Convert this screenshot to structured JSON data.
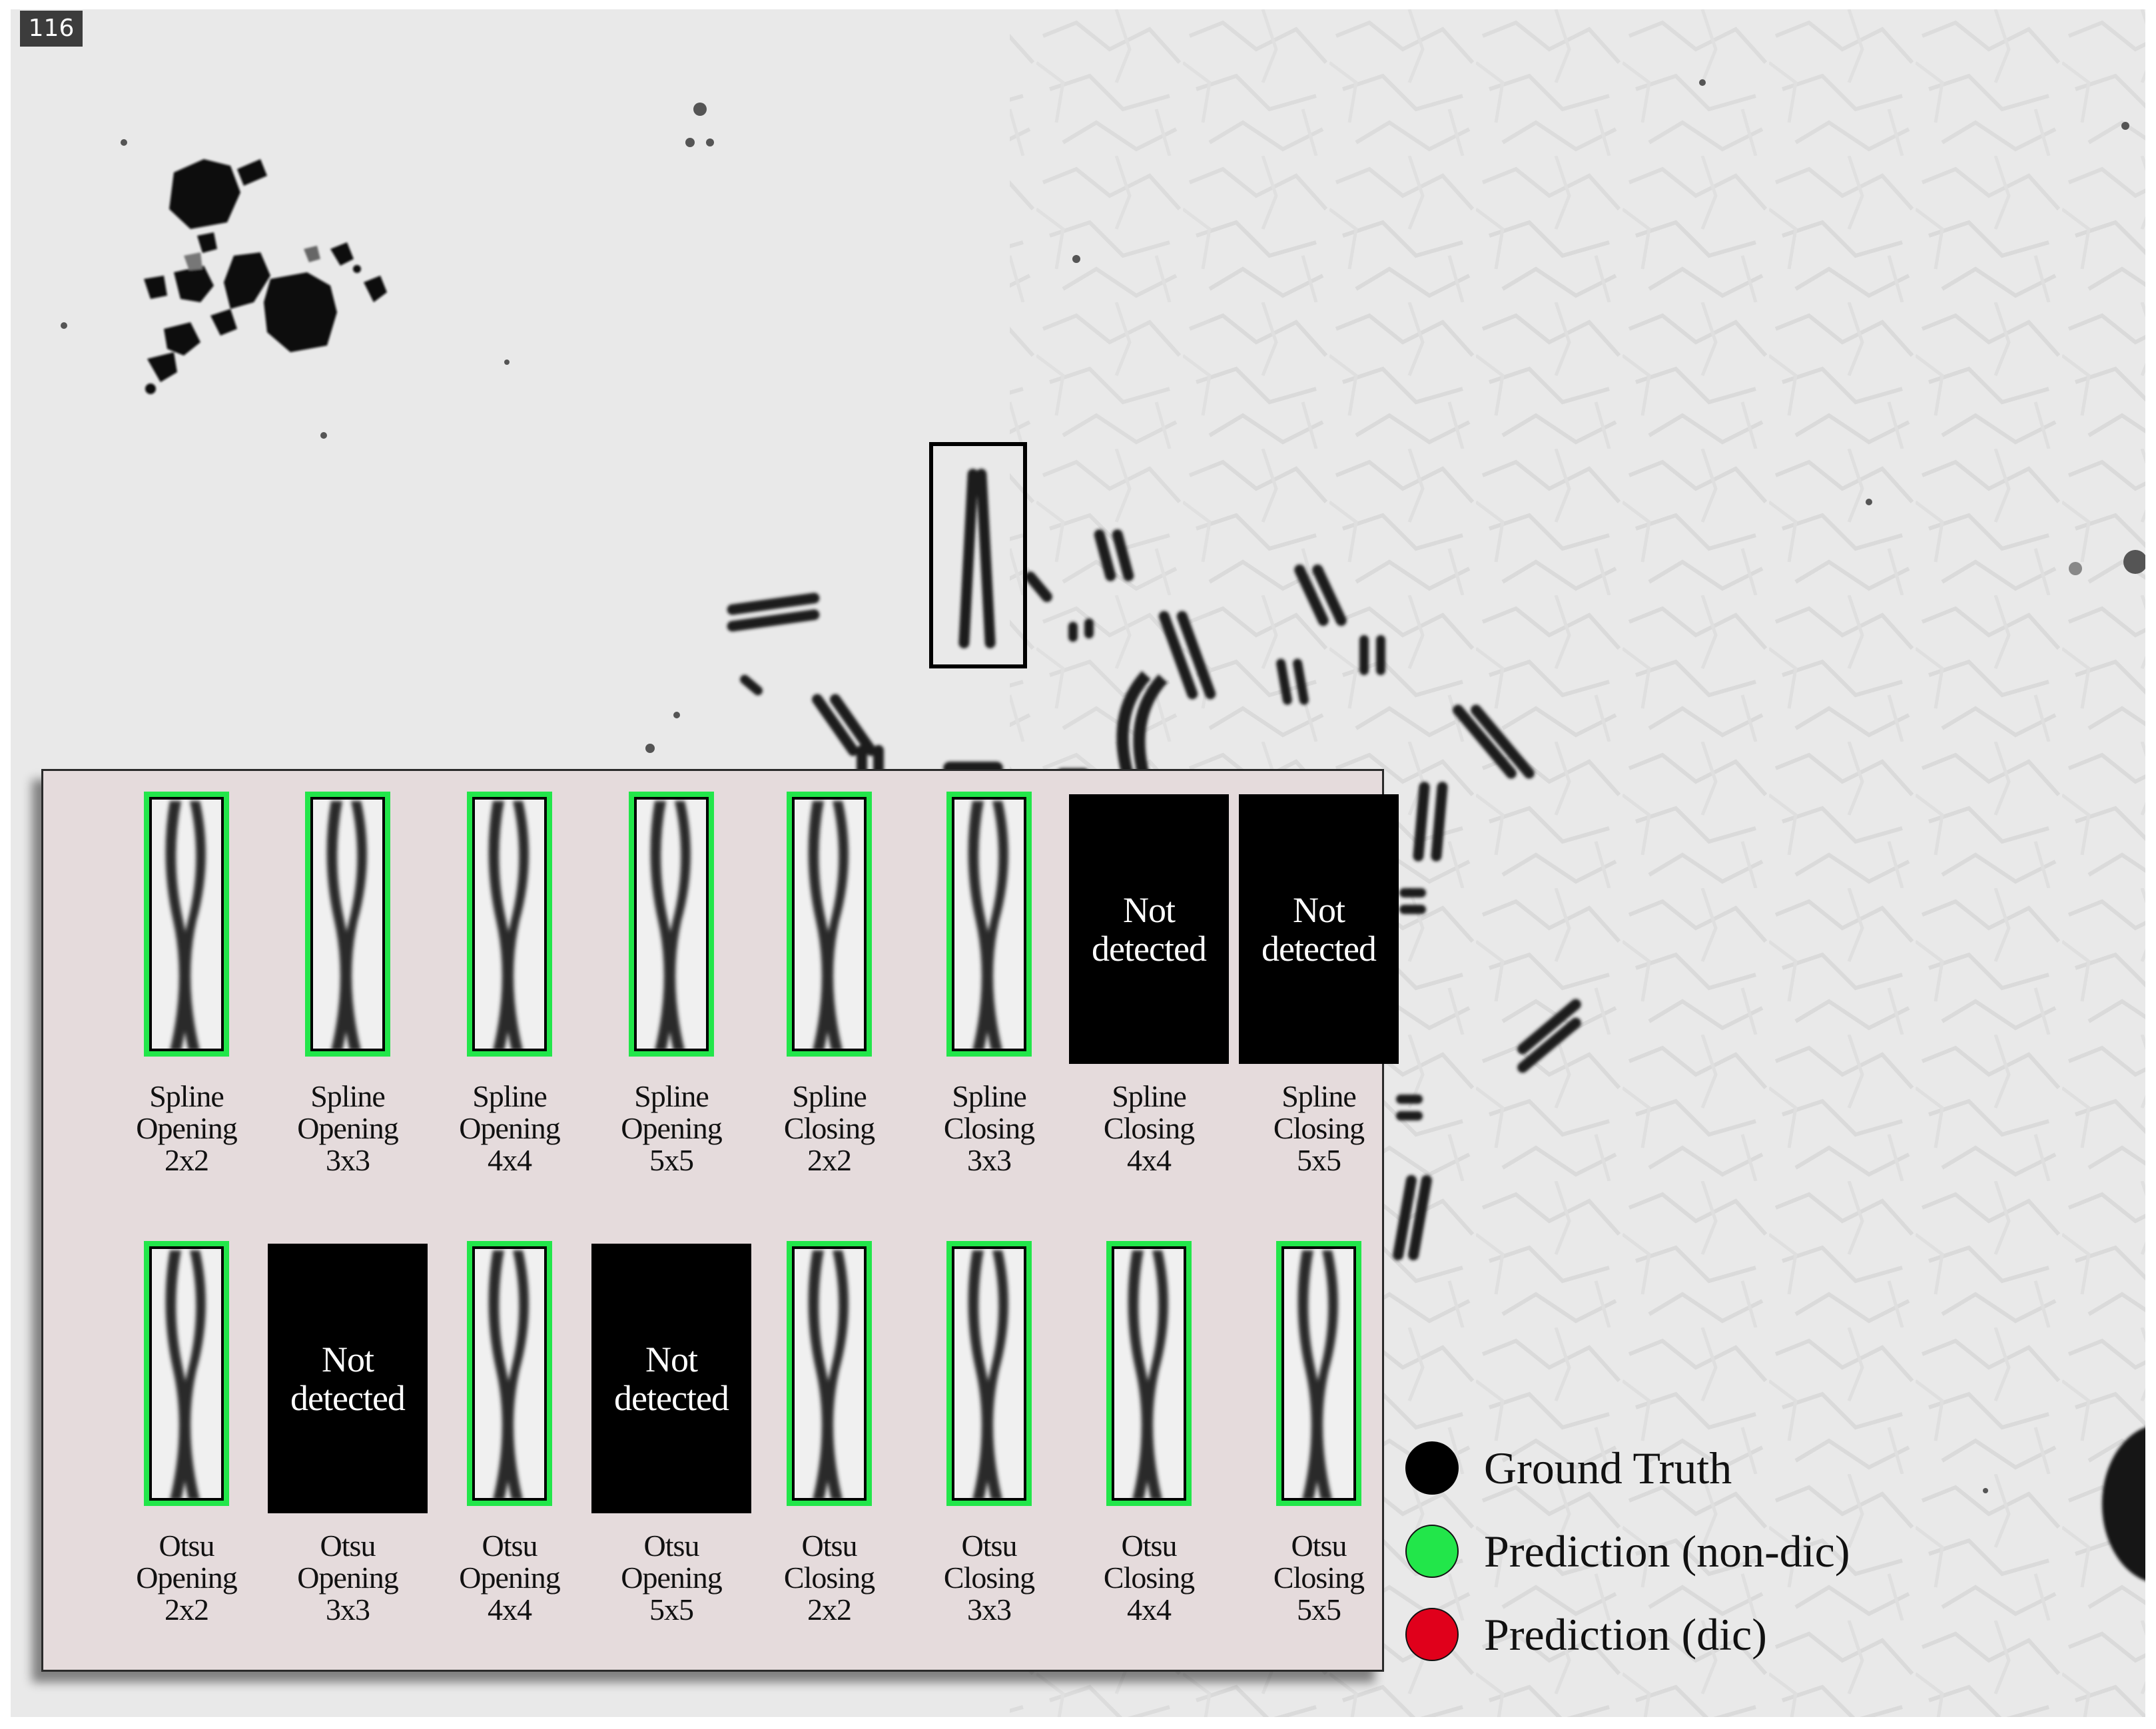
{
  "frame_number": "116",
  "legend": {
    "items": [
      {
        "label": "Ground Truth",
        "color": "#000000"
      },
      {
        "label": "Prediction (non-dic)",
        "color": "#22e64a"
      },
      {
        "label": "Prediction (dic)",
        "color": "#e0001b"
      }
    ]
  },
  "colors": {
    "background": "#e9e9e9",
    "inset_background": "#e5dbdc",
    "ground_truth_box": "#000000",
    "prediction_box": "#22e64a"
  },
  "inset": {
    "top_row": [
      {
        "method": "Spline",
        "operation": "Opening",
        "kernel": "2x2",
        "detected": true
      },
      {
        "method": "Spline",
        "operation": "Opening",
        "kernel": "3x3",
        "detected": true
      },
      {
        "method": "Spline",
        "operation": "Opening",
        "kernel": "4x4",
        "detected": true
      },
      {
        "method": "Spline",
        "operation": "Opening",
        "kernel": "5x5",
        "detected": true
      },
      {
        "method": "Spline",
        "operation": "Closing",
        "kernel": "2x2",
        "detected": true
      },
      {
        "method": "Spline",
        "operation": "Closing",
        "kernel": "3x3",
        "detected": true
      },
      {
        "method": "Spline",
        "operation": "Closing",
        "kernel": "4x4",
        "detected": false,
        "status_line1": "Not",
        "status_line2": "detected"
      },
      {
        "method": "Spline",
        "operation": "Closing",
        "kernel": "5x5",
        "detected": false,
        "status_line1": "Not",
        "status_line2": "detected"
      }
    ],
    "bottom_row": [
      {
        "method": "Otsu",
        "operation": "Opening",
        "kernel": "2x2",
        "detected": true
      },
      {
        "method": "Otsu",
        "operation": "Opening",
        "kernel": "3x3",
        "detected": false,
        "status_line1": "Not",
        "status_line2": "detected"
      },
      {
        "method": "Otsu",
        "operation": "Opening",
        "kernel": "4x4",
        "detected": true
      },
      {
        "method": "Otsu",
        "operation": "Opening",
        "kernel": "5x5",
        "detected": false,
        "status_line1": "Not",
        "status_line2": "detected"
      },
      {
        "method": "Otsu",
        "operation": "Closing",
        "kernel": "2x2",
        "detected": true
      },
      {
        "method": "Otsu",
        "operation": "Closing",
        "kernel": "3x3",
        "detected": true
      },
      {
        "method": "Otsu",
        "operation": "Closing",
        "kernel": "4x4",
        "detected": true
      },
      {
        "method": "Otsu",
        "operation": "Closing",
        "kernel": "5x5",
        "detected": true
      }
    ]
  }
}
